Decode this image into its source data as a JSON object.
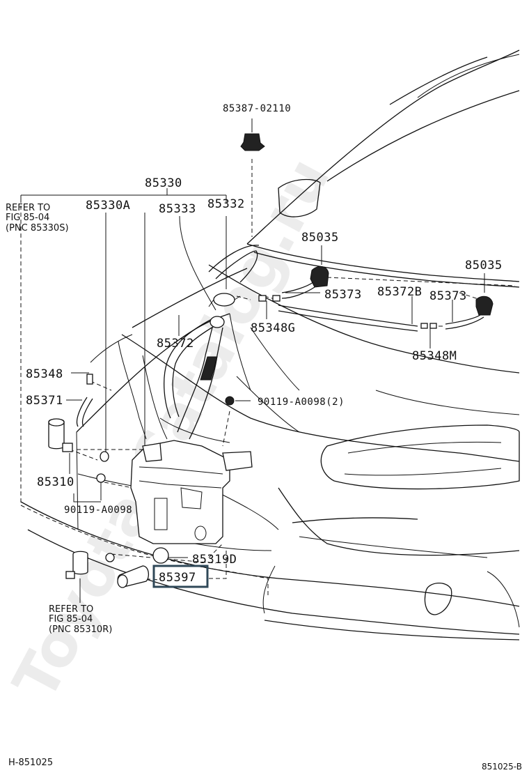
{
  "watermark": "Toyota-Catalog.ru",
  "labels": {
    "p85387": "85387-02110",
    "p85330": "85330",
    "p85330a": "85330A",
    "p85333": "85333",
    "p85332": "85332",
    "p85035_a": "85035",
    "p85035_b": "85035",
    "p85373_a": "85373",
    "p85372b": "85372B",
    "p85373_b": "85373",
    "p85348g": "85348G",
    "p85372": "85372",
    "p85348m": "85348M",
    "p85348": "85348",
    "p85371": "85371",
    "p90119_2": "90119-A0098(2)",
    "p85310": "85310",
    "p90119": "90119-A0098",
    "p85319d": "85319D",
    "p85397": "85397"
  },
  "refer_top": {
    "line1": "REFER TO",
    "line2": "FIG 85-04",
    "line3": "(PNC 85330S)"
  },
  "refer_bottom": {
    "line1": "REFER TO",
    "line2": "FIG 85-04",
    "line3": "(PNC 85310R)"
  },
  "footer": {
    "left": "H-851025",
    "right": "851025-B"
  },
  "highlight_color": "#2f4858"
}
